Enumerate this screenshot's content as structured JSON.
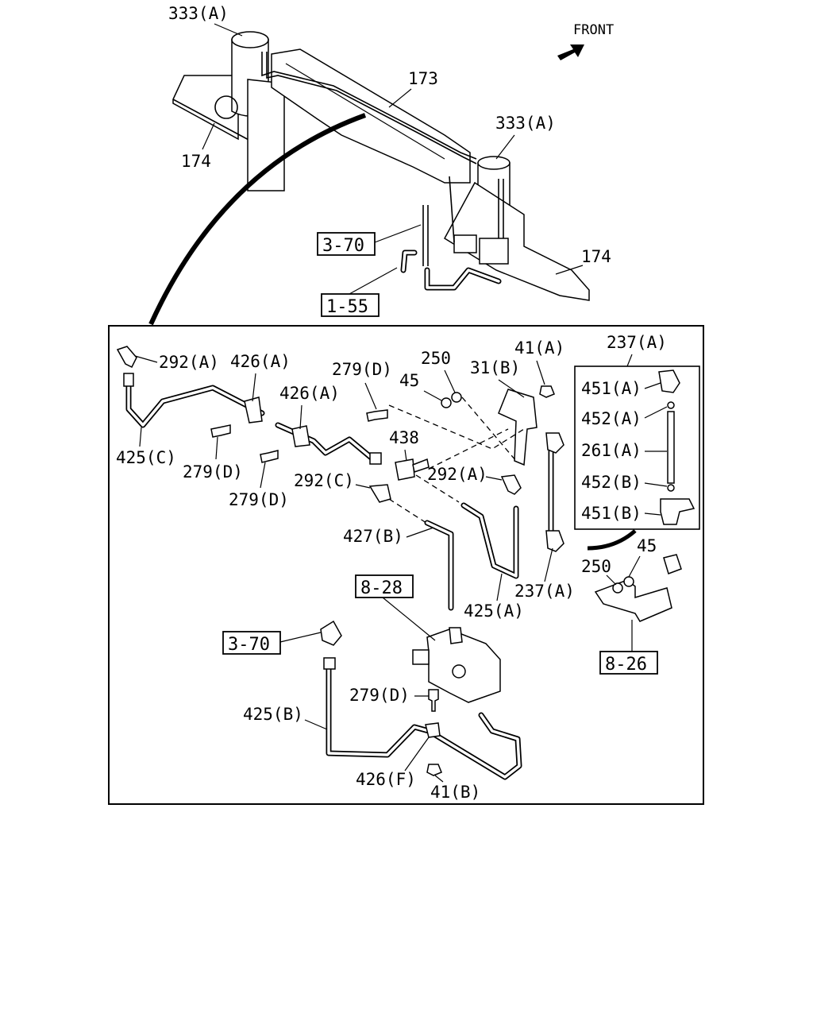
{
  "direction_label": "FRONT",
  "top_view": {
    "labels": [
      "333(A)",
      "173",
      "333(A)",
      "174",
      "174"
    ],
    "refs": [
      "3-70",
      "1-55"
    ]
  },
  "detail": {
    "labels": [
      "292(A)",
      "426(A)",
      "279(D)",
      "250",
      "41(A)",
      "237(A)",
      "45",
      "31(B)",
      "426(A)",
      "438",
      "425(C)",
      "279(D)",
      "292(A)",
      "279(D)",
      "292(C)",
      "427(B)",
      "425(A)",
      "237(A)",
      "250",
      "45",
      "279(D)",
      "425(B)",
      "426(F)",
      "41(B)"
    ],
    "refs": [
      "8-28",
      "3-70",
      "8-26"
    ],
    "inset_labels": [
      "451(A)",
      "452(A)",
      "261(A)",
      "452(B)",
      "451(B)"
    ]
  }
}
